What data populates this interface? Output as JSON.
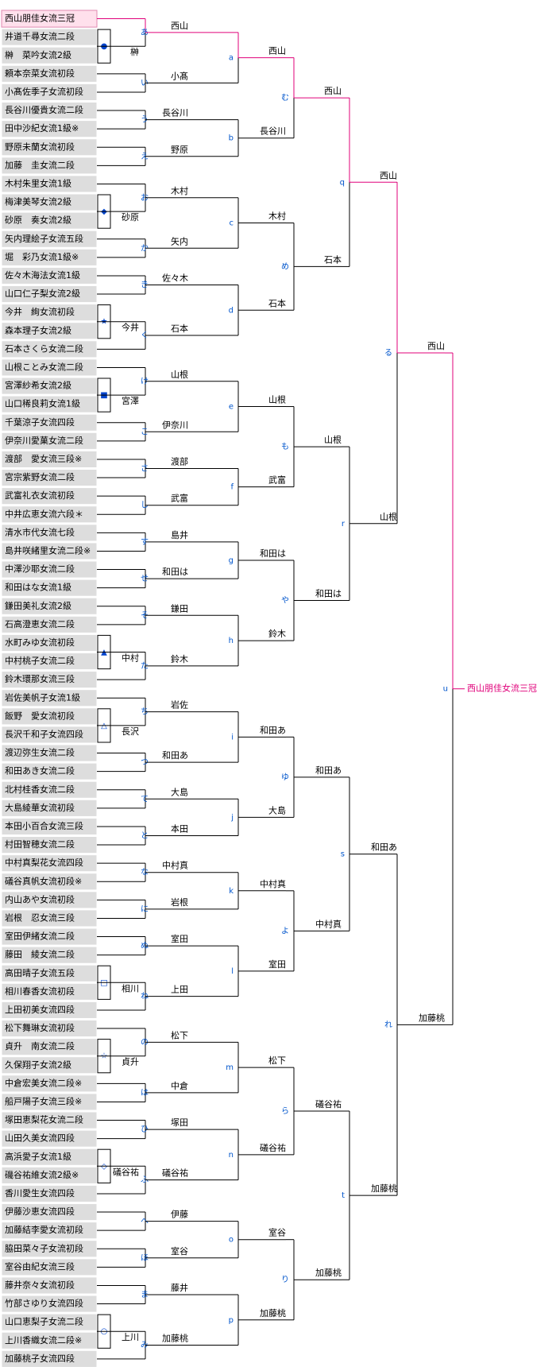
{
  "players": [
    "西山朋佳女流三冠",
    "井道千尋女流二段",
    "榊　菜吟女流2級",
    "頼本奈菜女流初段",
    "小髙佐季子女流初段",
    "長谷川優貴女流二段",
    "田中沙紀女流1級※",
    "野原未蘭女流初段",
    "加藤　圭女流二段",
    "木村朱里女流1級",
    "梅津美琴女流2級",
    "砂原　奏女流2級",
    "矢内理絵子女流五段",
    "堀　彩乃女流1級※",
    "佐々木海法女流1級",
    "山口仁子梨女流2級",
    "今井　絢女流初段",
    "森本理子女流2級",
    "石本さくら女流二段",
    "山根ことみ女流二段",
    "宮澤紗希女流2級",
    "山口稀良莉女流1級",
    "千葉涼子女流四段",
    "伊奈川愛菓女流二段",
    "渡部　愛女流三段※",
    "宮宗紫野女流二段",
    "武富礼衣女流初段",
    "中井広恵女流六段＊",
    "清水市代女流七段",
    "島井咲緒里女流二段※",
    "中澤沙耶女流二段",
    "和田はな女流1級",
    "鎌田美礼女流2級",
    "石高澄恵女流二段",
    "水町みゆ女流初段",
    "中村桃子女流二段",
    "鈴木環那女流三段",
    "岩佐美帆子女流1級",
    "飯野　愛女流初段",
    "長沢千和子女流四段",
    "渡辺弥生女流二段",
    "和田あき女流二段",
    "北村桂香女流二段",
    "大島綾華女流初段",
    "本田小百合女流三段",
    "村田智穂女流二段",
    "中村真梨花女流四段",
    "礒谷真帆女流初段※",
    "内山あや女流初段",
    "岩根　忍女流三段",
    "室田伊緒女流二段",
    "藤田　綾女流二段",
    "高田晴子女流五段",
    "相川春香女流初段",
    "上田初美女流四段",
    "松下舞琳女流初段",
    "貞升　南女流二段",
    "久保翔子女流2級",
    "中倉宏美女流二段※",
    "船戸陽子女流三段※",
    "塚田恵梨花女流二段",
    "山田久美女流四段",
    "高浜愛子女流1級",
    "磯谷祐維女流2級※",
    "香川愛生女流四段",
    "伊藤沙恵女流四段",
    "加藤結李愛女流初段",
    "脇田菜々子女流初段",
    "室谷由紀女流三段",
    "藤井奈々女流初段",
    "竹部さゆり女流四段",
    "山口恵梨子女流二段",
    "上川香織女流二段※",
    "加藤桃子女流四段"
  ],
  "qualifiers": [
    {
      "winner": "榊",
      "symbol": "●"
    },
    {
      "winner": "砂原",
      "symbol": "◆"
    },
    {
      "winner": "今井",
      "symbol": "★"
    },
    {
      "winner": "宮澤",
      "symbol": "■"
    },
    {
      "winner": "中村",
      "symbol": "▲"
    },
    {
      "winner": "長沢",
      "symbol": "△"
    },
    {
      "winner": "相川",
      "symbol": "□"
    },
    {
      "winner": "貞升",
      "symbol": "☆"
    },
    {
      "winner": "礒谷祐",
      "symbol": "◇"
    },
    {
      "winner": "上川",
      "symbol": "○"
    }
  ],
  "rounds": {
    "r1": {
      "labels": [
        "あ",
        "い",
        "う",
        "え",
        "お",
        "か",
        "き",
        "く",
        "け",
        "こ",
        "さ",
        "し",
        "す",
        "せ",
        "そ",
        "た",
        "ち",
        "つ",
        "て",
        "と",
        "な",
        "に",
        "ぬ",
        "ね",
        "の",
        "は",
        "ひ",
        "ふ",
        "へ",
        "ほ",
        "ま",
        "み"
      ],
      "winners": [
        "西山",
        "小髙",
        "長谷川",
        "野原",
        "木村",
        "矢内",
        "佐々木",
        "石本",
        "山根",
        "伊奈川",
        "渡部",
        "武富",
        "島井",
        "和田は",
        "鎌田",
        "鈴木",
        "岩佐",
        "和田あ",
        "大島",
        "本田",
        "中村真",
        "岩根",
        "室田",
        "上田",
        "松下",
        "中倉",
        "塚田",
        "礒谷祐",
        "伊藤",
        "室谷",
        "藤井",
        "加藤桃"
      ]
    },
    "r2": {
      "labels": [
        "a",
        "b",
        "c",
        "d",
        "e",
        "f",
        "g",
        "h",
        "i",
        "j",
        "k",
        "l",
        "m",
        "n",
        "o",
        "p"
      ],
      "winners": [
        "西山",
        "長谷川",
        "木村",
        "石本",
        "山根",
        "武富",
        "和田は",
        "鈴木",
        "和田あ",
        "大島",
        "中村真",
        "室田",
        "松下",
        "礒谷祐",
        "室谷",
        "加藤桃"
      ]
    },
    "r3": {
      "labels": [
        "む",
        "め",
        "も",
        "や",
        "ゆ",
        "よ",
        "ら",
        "り"
      ],
      "winners": [
        "西山",
        "石本",
        "山根",
        "和田は",
        "和田あ",
        "中村真",
        "礒谷祐",
        "加藤桃"
      ]
    },
    "r4": {
      "labels": [
        "q",
        "r",
        "s",
        "t"
      ],
      "winners": [
        "西山",
        "山根",
        "和田あ",
        "加藤桃"
      ]
    },
    "r5": {
      "labels": [
        "る",
        "れ"
      ],
      "winners": [
        "西山",
        "加藤桃"
      ]
    },
    "r6": {
      "labels": [
        "u"
      ],
      "winners": [
        "西山朋佳女流三冠"
      ]
    }
  },
  "colors": {
    "winner_path": "#e0007a",
    "label": "#0055cc",
    "cell": "#dddddd",
    "top_seed": "#ffe0ec"
  }
}
